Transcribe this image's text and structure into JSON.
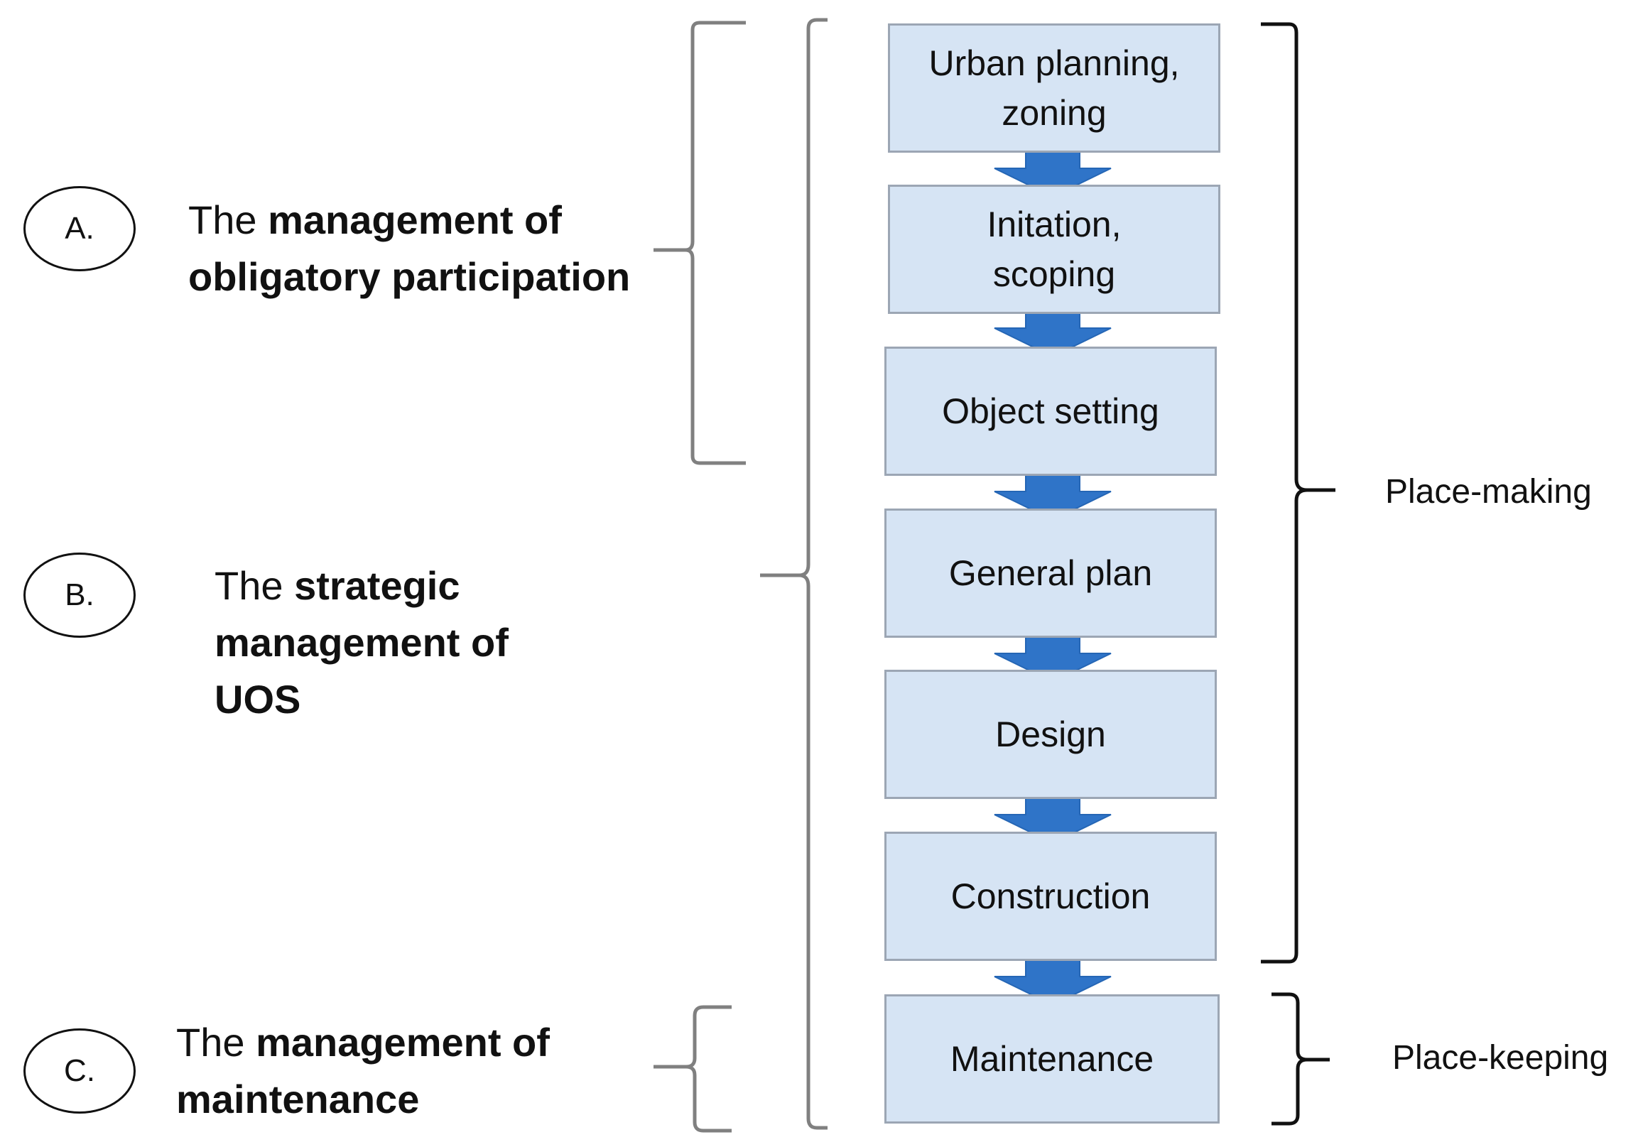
{
  "colors": {
    "box_fill": "#d6e4f4",
    "box_border": "#9ca6b4",
    "arrow": "#2f74c8",
    "bracket_gray": "#808080",
    "bracket_black": "#111111"
  },
  "management_types": [
    {
      "marker": "A.",
      "plain": "The ",
      "bold_1": "management of",
      "bold_2": "obligatory participation"
    },
    {
      "marker": "B.",
      "plain": "The ",
      "bold_1": "strategic",
      "bold_2": "management of",
      "bold_3": "UOS"
    },
    {
      "marker": "C.",
      "plain": "The ",
      "bold_1": "management of",
      "bold_2": "maintenance"
    }
  ],
  "process_steps": [
    {
      "line1": "Urban planning,",
      "line2": "zoning"
    },
    {
      "line1": "Initation,",
      "line2": "scoping"
    },
    {
      "line1": "Object setting"
    },
    {
      "line1": "General plan"
    },
    {
      "line1": "Design"
    },
    {
      "line1": "Construction"
    },
    {
      "line1": "Maintenance"
    }
  ],
  "phases": {
    "place_making": "Place-making",
    "place_keeping": "Place-keeping"
  },
  "icons": {
    "step_arrow": "down-arrow-icon",
    "group_bracket": "curly-brace-icon"
  }
}
